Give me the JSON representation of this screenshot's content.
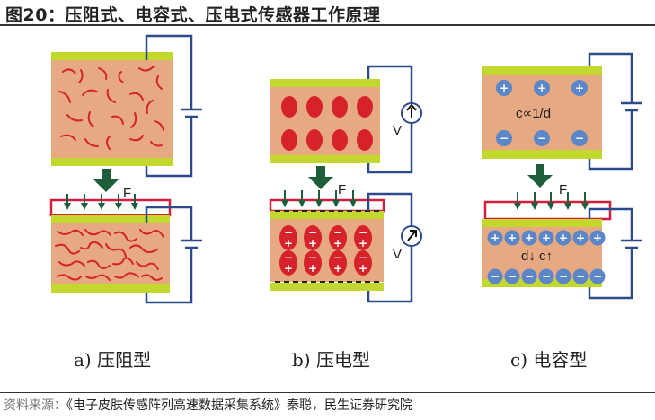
{
  "title": "图20：压阻式、电容式、压电式传感器工作原理",
  "panels": {
    "a": {
      "caption": "a) 压阻型",
      "force_label": "F"
    },
    "b": {
      "caption": "b) 压电型",
      "force_label": "F",
      "meter_label_top": "V",
      "meter_label_bottom": "V",
      "plus_sign": "+",
      "minus_sign": "−"
    },
    "c": {
      "caption": "c) 电容型",
      "force_label": "F",
      "formula": "c∝1/d",
      "relation": "d↓ c↑",
      "plus_sign": "+",
      "minus_sign": "−"
    }
  },
  "source": {
    "lead": "资料来源：",
    "text": "《电子皮肤传感阵列高速数据采集系统》秦聪，民生证券研究院"
  },
  "colors": {
    "electrode": "#c3d82f",
    "body": "#e7a982",
    "circuit": "#2d4a8c",
    "particle": "#d6232b",
    "arrow": "#1f5e3a",
    "frame": "#d21f3c",
    "plus_charge": "#5b86c8",
    "minus_charge": "#5b86c8"
  }
}
